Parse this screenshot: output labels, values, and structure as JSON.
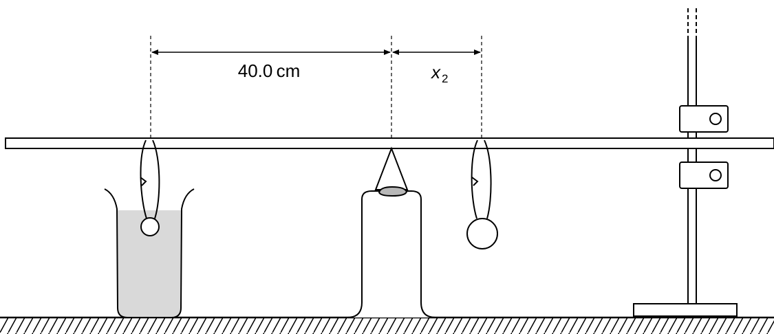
{
  "labels": {
    "distance_1": "40.0 cm",
    "distance_2_symbol": "x",
    "distance_2_subscript": "2"
  },
  "colors": {
    "water": "#d9d9d9",
    "clay": "#b8b8b8",
    "stroke": "#000000"
  }
}
